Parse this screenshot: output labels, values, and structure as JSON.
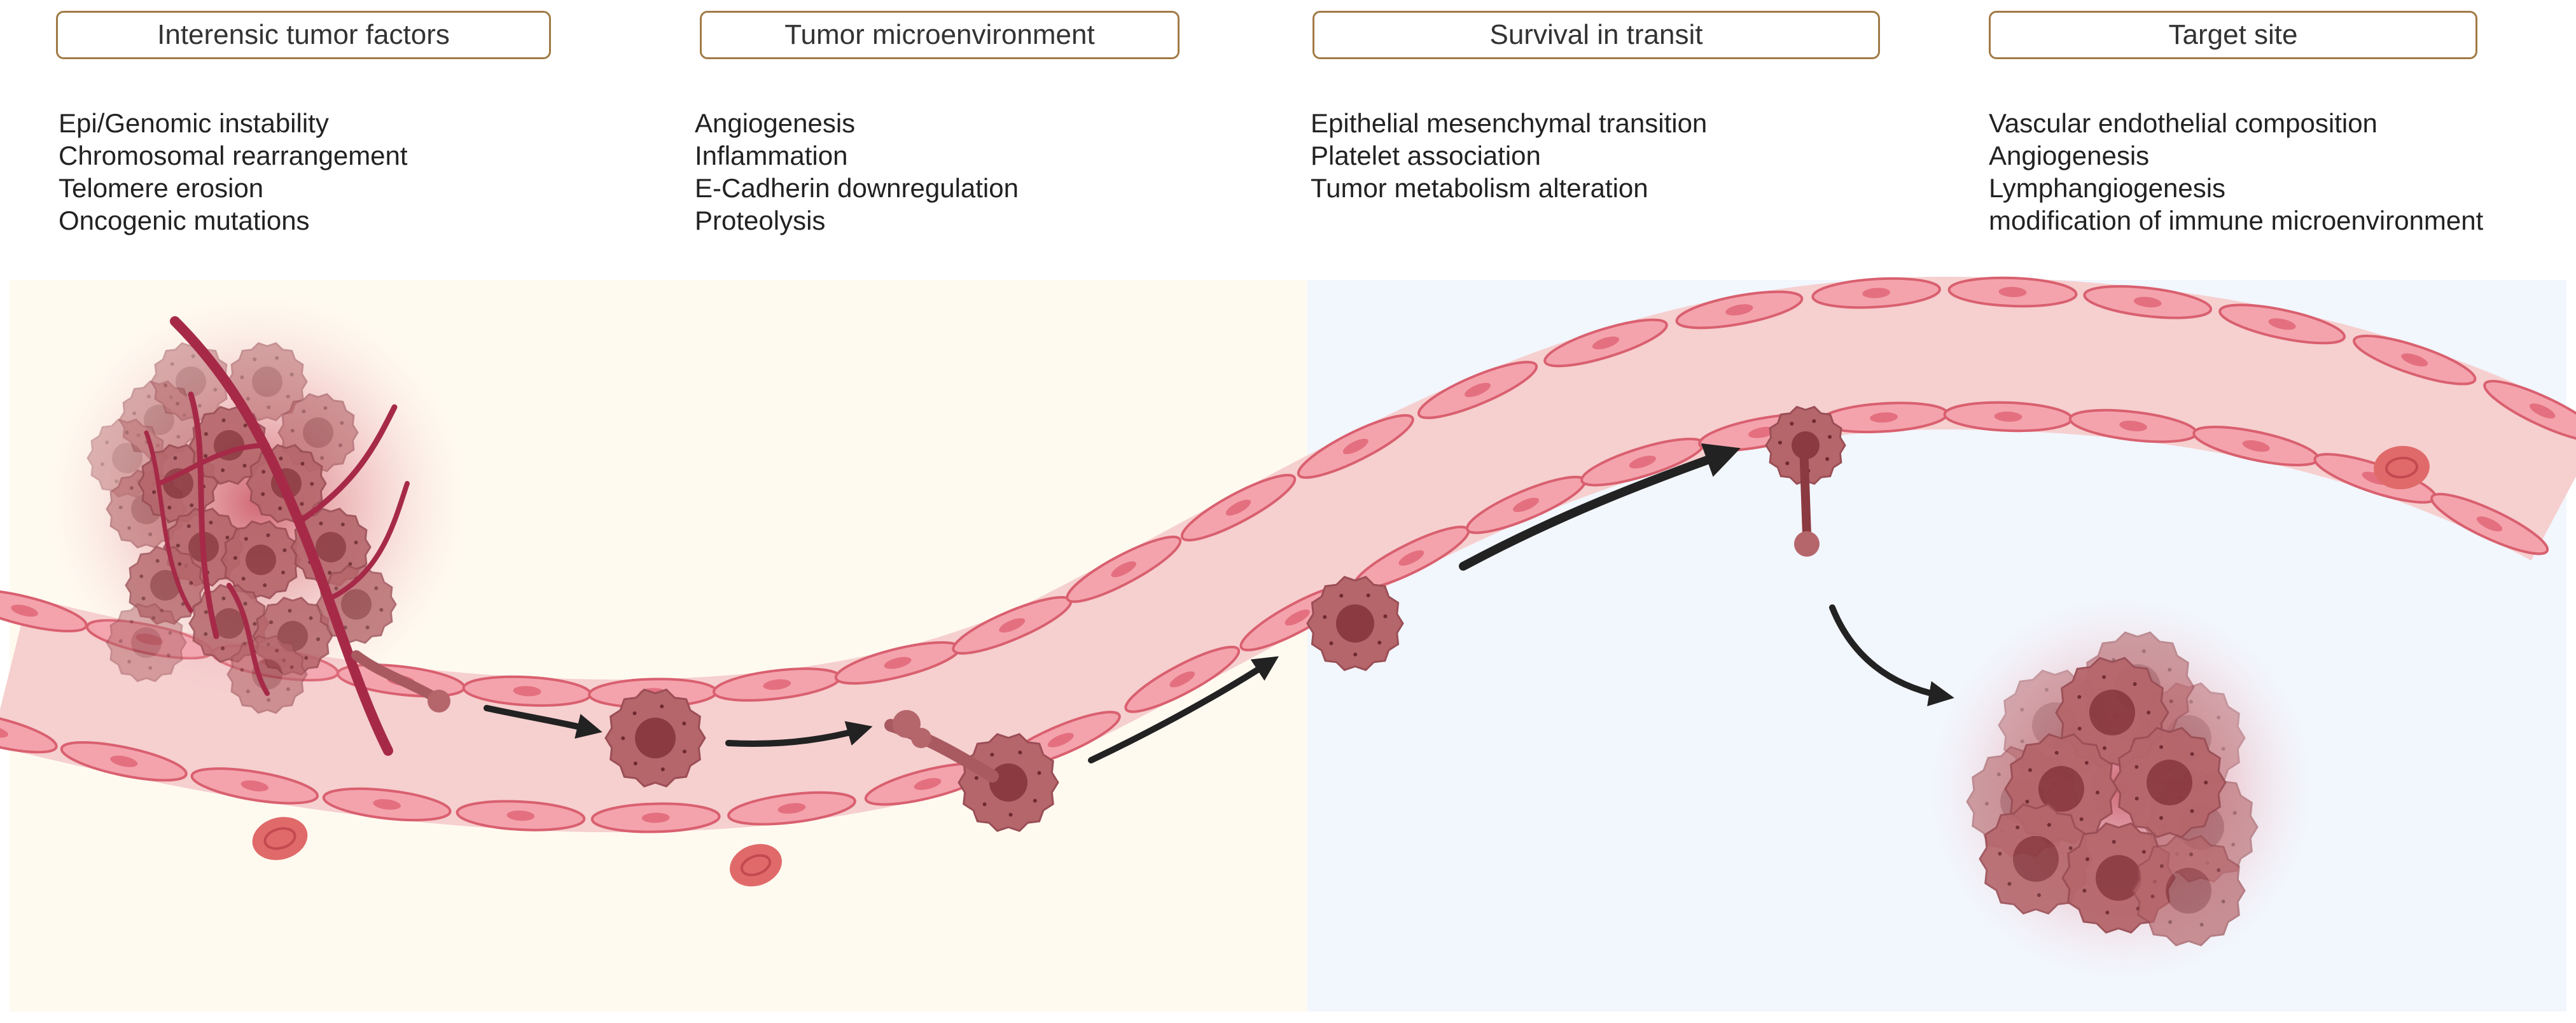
{
  "stages": [
    {
      "title": "Interensic tumor factors",
      "items": [
        "Epi/Genomic instability",
        "Chromosomal rearrangement",
        "Telomere erosion",
        "Oncogenic mutations"
      ]
    },
    {
      "title": "Tumor microenvironment",
      "items": [
        "Angiogenesis",
        "Inflammation",
        "E-Cadherin downregulation",
        "Proteolysis"
      ]
    },
    {
      "title": "Survival in transit",
      "items": [
        "Epithelial mesenchymal transition",
        "Platelet association",
        "Tumor metabolism alteration"
      ]
    },
    {
      "title": "Target site",
      "items": [
        "Vascular endothelial composition",
        "Angiogenesis",
        "Lymphangiogenesis",
        "modification of immune microenvironment"
      ]
    }
  ],
  "colors": {
    "box_border": "#a07a45",
    "vessel_lumen": "#f6cfcf",
    "endothelial_cell": "#f4a3ad",
    "endothelial_edge": "#d9606f",
    "tumor_cell": "#b5666b",
    "tumor_nucleus": "#8a3a40",
    "blood_cell": "#e06a6a",
    "arrow": "#222222",
    "left_background": "#fffaf0",
    "right_background": "#f2f6fd"
  }
}
